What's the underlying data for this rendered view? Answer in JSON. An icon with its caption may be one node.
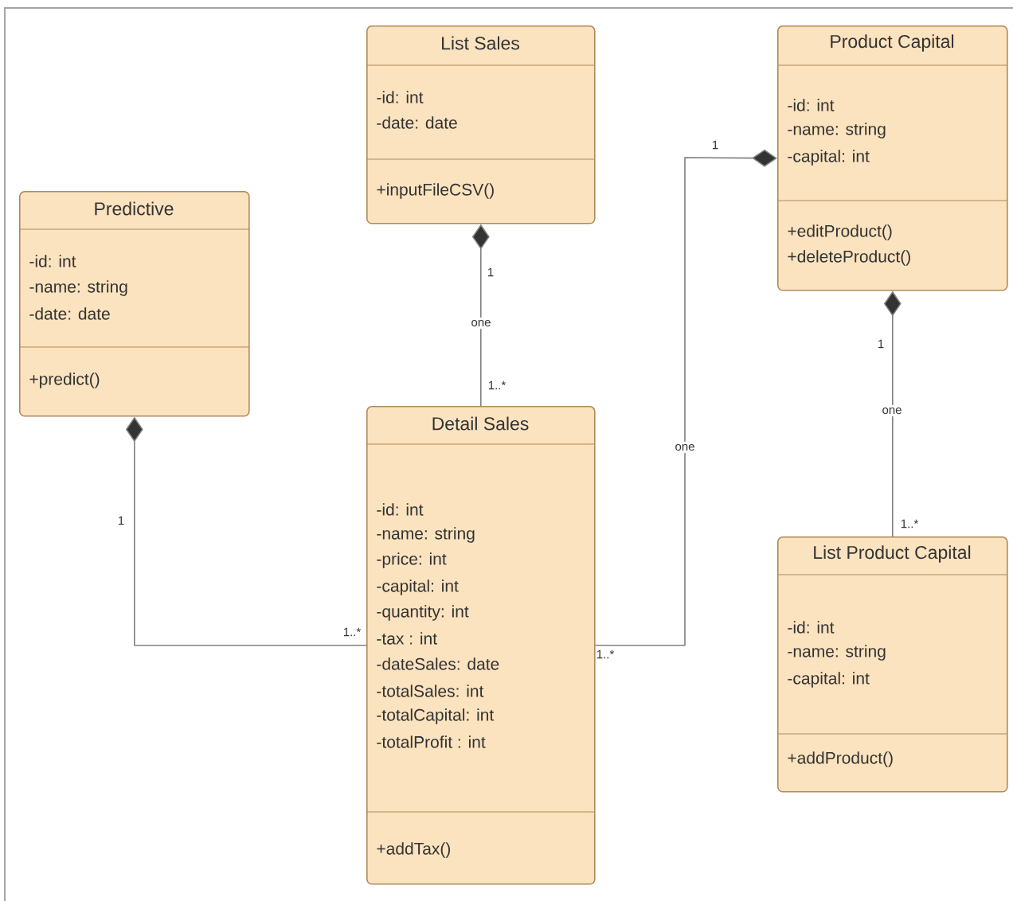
{
  "diagram": {
    "nodes": [
      {
        "text": [
          "List Sales",
          "-id: int",
          "-date: date",
          "+inputFileCSV()"
        ]
      },
      {
        "text": [
          "Product Capital",
          "-id: int",
          "-name: string",
          "-capital: int",
          "+editProduct()",
          "+deleteProduct()"
        ]
      },
      {
        "text": [
          "Predictive",
          "-id: int",
          "-name: string",
          "-date: date",
          "+predict()"
        ]
      },
      {
        "text": [
          "Detail Sales",
          "-id: int",
          "-name: string",
          "-price: int",
          "-capital: int",
          "-quantity: int",
          "-tax : int",
          "-dateSales: date",
          "-totalSales: int",
          "-totalCapital: int",
          "-totalProfit : int",
          "+addTax()"
        ]
      },
      {
        "text": [
          "List Product Capital",
          "-id: int",
          "-name: string",
          "-capital: int",
          "+addProduct()"
        ]
      }
    ],
    "edges": [
      {
        "from": 0,
        "to": 3,
        "arrow": "other",
        "label": "one"
      },
      {
        "from": 1,
        "to": 3,
        "arrow": "other",
        "label": "one"
      },
      {
        "from": 1,
        "to": 4,
        "arrow": "other",
        "label": "one"
      },
      {
        "from": 2,
        "to": 3,
        "arrow": "other"
      }
    ],
    "labels": [
      "1",
      "1",
      "1",
      "1..*",
      "1",
      "1..*",
      "1..*",
      "1..*"
    ]
  }
}
